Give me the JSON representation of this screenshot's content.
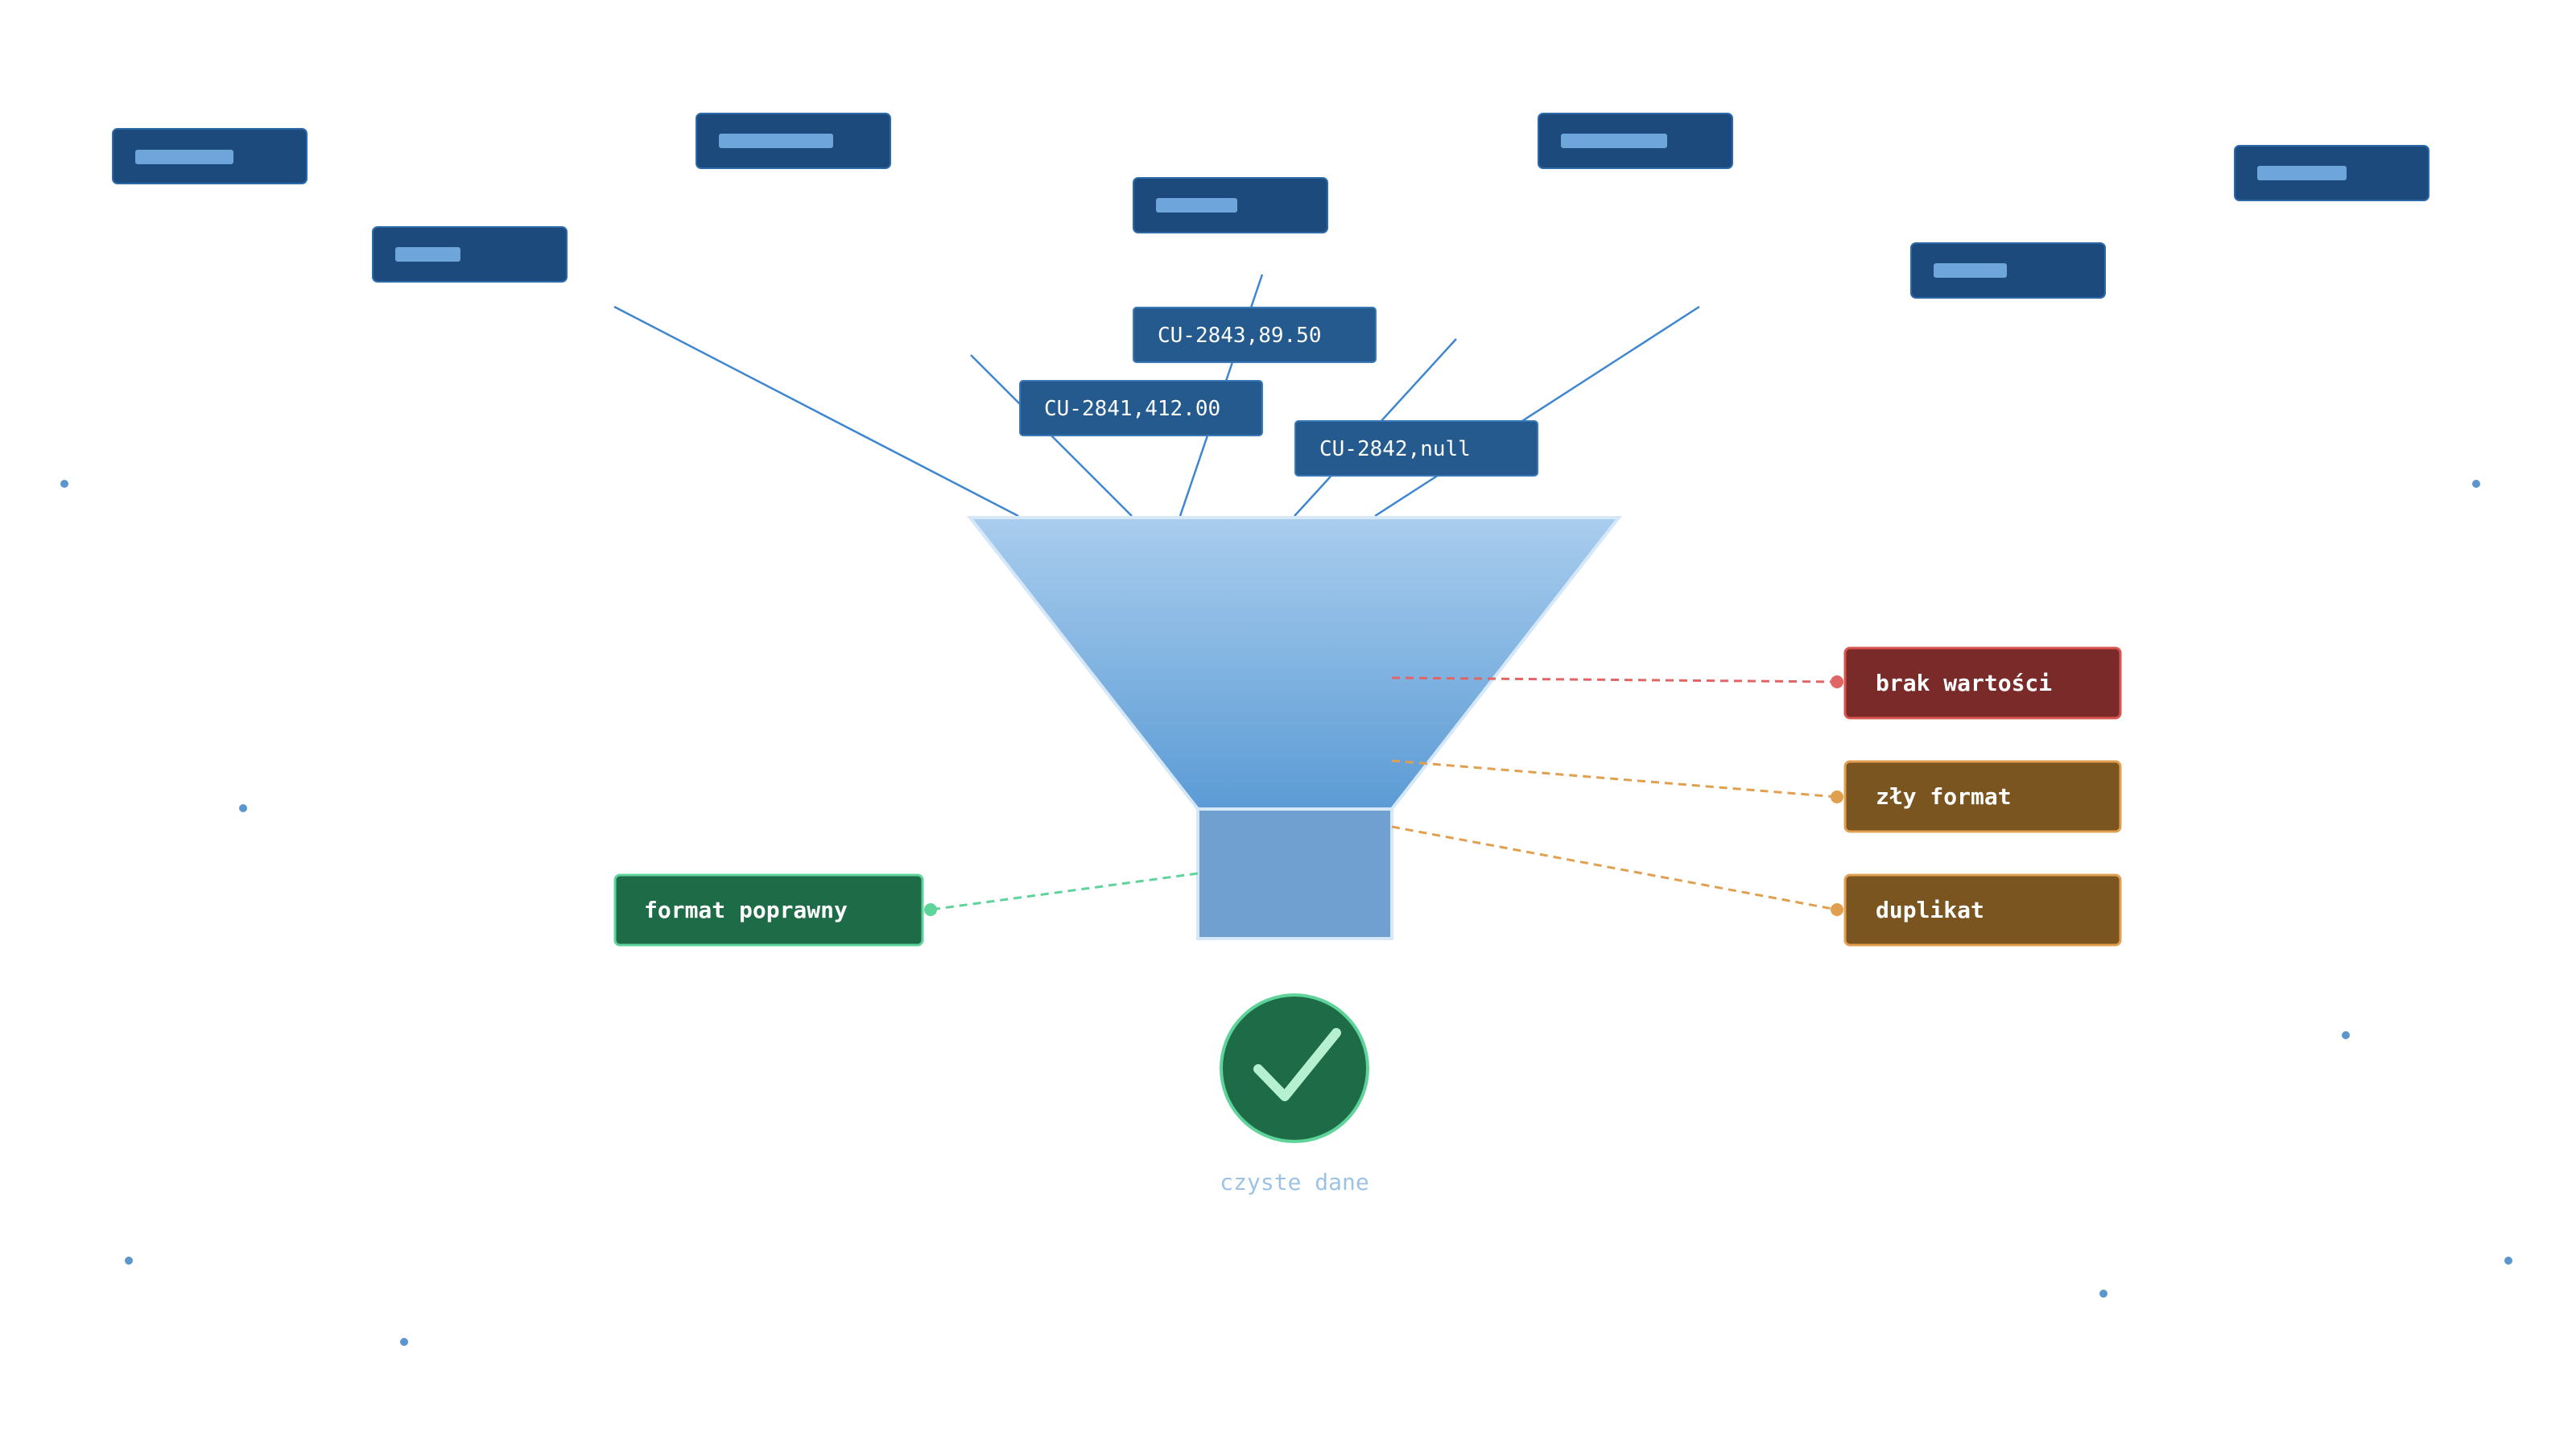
{
  "colors": {
    "card_fill": "#1d4a7c",
    "card_stroke": "#2c6aa8",
    "card_bar": "#6ea6dc",
    "record_fill": "#245a8e",
    "record_stroke": "#3a78b8",
    "record_text": "#ffffff",
    "feed_line": "#3f86d0",
    "funnel_top": "#a9cdee",
    "funnel_bottom": "#5b9bd5",
    "funnel_stroke": "#d6e8f8",
    "spout_fill": "#6fa0d0",
    "dot": "#5b96cc",
    "missing_fill": "#7a2a28",
    "missing_stroke": "#d9534f",
    "missing_line": "#e06666",
    "warn_fill": "#7a5520",
    "warn_stroke": "#e0a050",
    "warn_line": "#e0a050",
    "ok_fill": "#1e6b47",
    "ok_stroke": "#5fd49a",
    "ok_line": "#5fd49a",
    "check_circle": "#1e6b47",
    "check_mark": "#b5f0d0",
    "caption": "#9cc3e6"
  },
  "records": [
    {
      "name": "record-cu-2843",
      "label": "CU-2843,89.50"
    },
    {
      "name": "record-cu-2841",
      "label": "CU-2841,412.00"
    },
    {
      "name": "record-cu-2842",
      "label": "CU-2842,null"
    }
  ],
  "issues": [
    {
      "name": "issue-brak-wartosci",
      "label": "brak wartości",
      "kind": "missing"
    },
    {
      "name": "issue-zly-format",
      "label": "zły format",
      "kind": "warn"
    },
    {
      "name": "issue-duplikat",
      "label": "duplikat",
      "kind": "warn"
    }
  ],
  "passed": {
    "name": "result-format-poprawny",
    "label": "format poprawny"
  },
  "result": {
    "caption": "czyste dane",
    "icon": "check-icon"
  }
}
